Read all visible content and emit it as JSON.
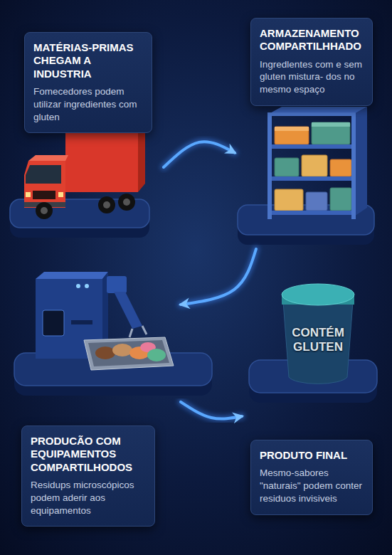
{
  "diagram": {
    "nodes": [
      {
        "text": [
          "MATÉRIAS-PRIMAS CHEGAM A INDUSTRIA",
          "Fomecedores podem utilizar ingredientes com gluten"
        ]
      },
      {
        "text": [
          "ARMAZENAMENTO COMPARTILHHADO",
          "Ingredlentes com e sem gluten mistura- dos no mesmo espaço"
        ]
      },
      {
        "text": [
          "PRODUCÃO COM EQUIPAMENTOS COMPARTILHODOS",
          "Residups microscópicos podem aderir aos equipamentos"
        ]
      },
      {
        "text": [
          "PRODUTO FINAL",
          "Mesmo-sabores \"naturais\" podem conter residuos invisiveis"
        ]
      }
    ],
    "edges": [
      {
        "from": 0,
        "to": 1,
        "arrow": "to"
      },
      {
        "from": 1,
        "to": 2,
        "arrow": "to"
      },
      {
        "from": 2,
        "to": 3,
        "arrow": "to"
      }
    ],
    "labels": [
      "CONTÉM GLUTEN"
    ]
  }
}
